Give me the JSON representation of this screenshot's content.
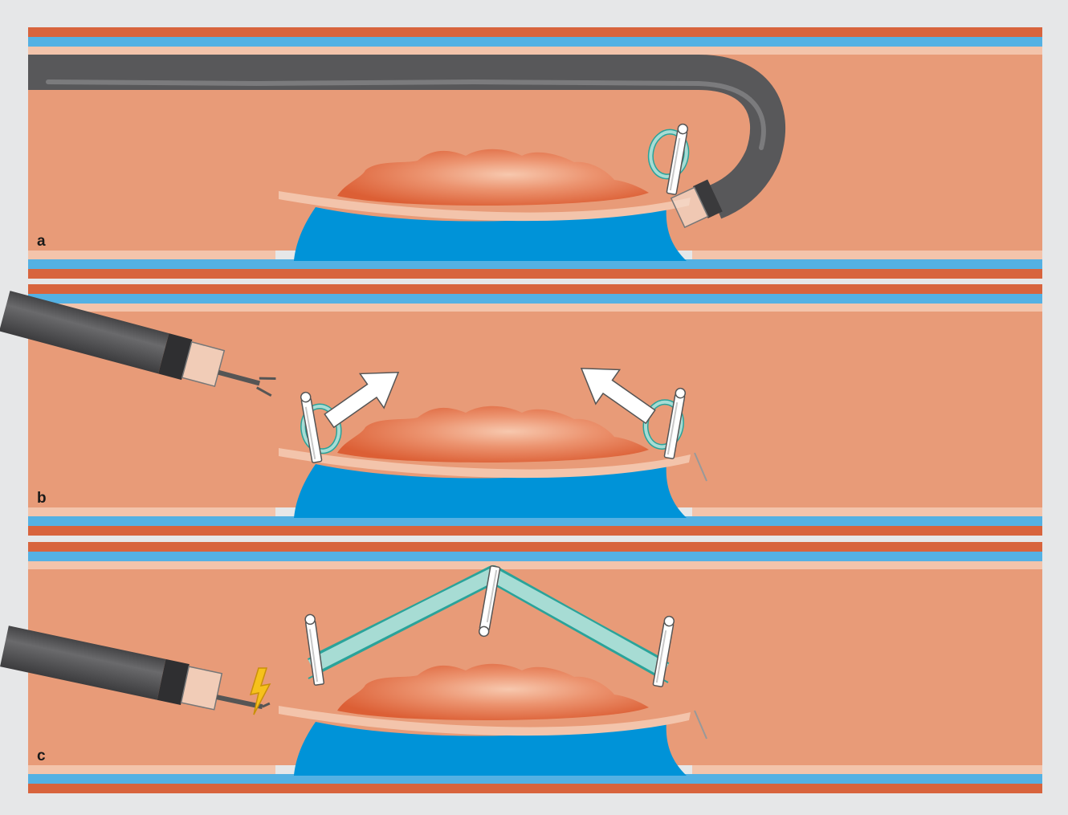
{
  "figure": {
    "colors": {
      "background": "#e6e7e8",
      "serosa": "#d8643d",
      "muscularis": "#54b1e3",
      "submucosa_layer": "#f3c4ab",
      "lumen": "#e89b78",
      "injection_cushion": "#0093d8",
      "lesion": "#e07048",
      "endoscope": "#58585a",
      "clip_band": "#a7dcd4",
      "clip_band_edge": "#2aa39a",
      "clip": "#ffffff",
      "arrow": "#ffffff",
      "electric_spark": "#f6c11b"
    },
    "panels": [
      {
        "label": "a",
        "elements": [
          "endoscope-retroflexed",
          "clip-with-band",
          "lesion",
          "submucosal-cushion"
        ]
      },
      {
        "label": "b",
        "elements": [
          "endoscope-with-grasper",
          "two-clips-with-bands",
          "traction-arrows",
          "lesion",
          "submucosal-cushion"
        ]
      },
      {
        "label": "c",
        "elements": [
          "endoscope-with-knife",
          "electric-spark-icon",
          "three-clips",
          "crossing-bands",
          "lesion",
          "submucosal-cushion"
        ]
      }
    ]
  }
}
